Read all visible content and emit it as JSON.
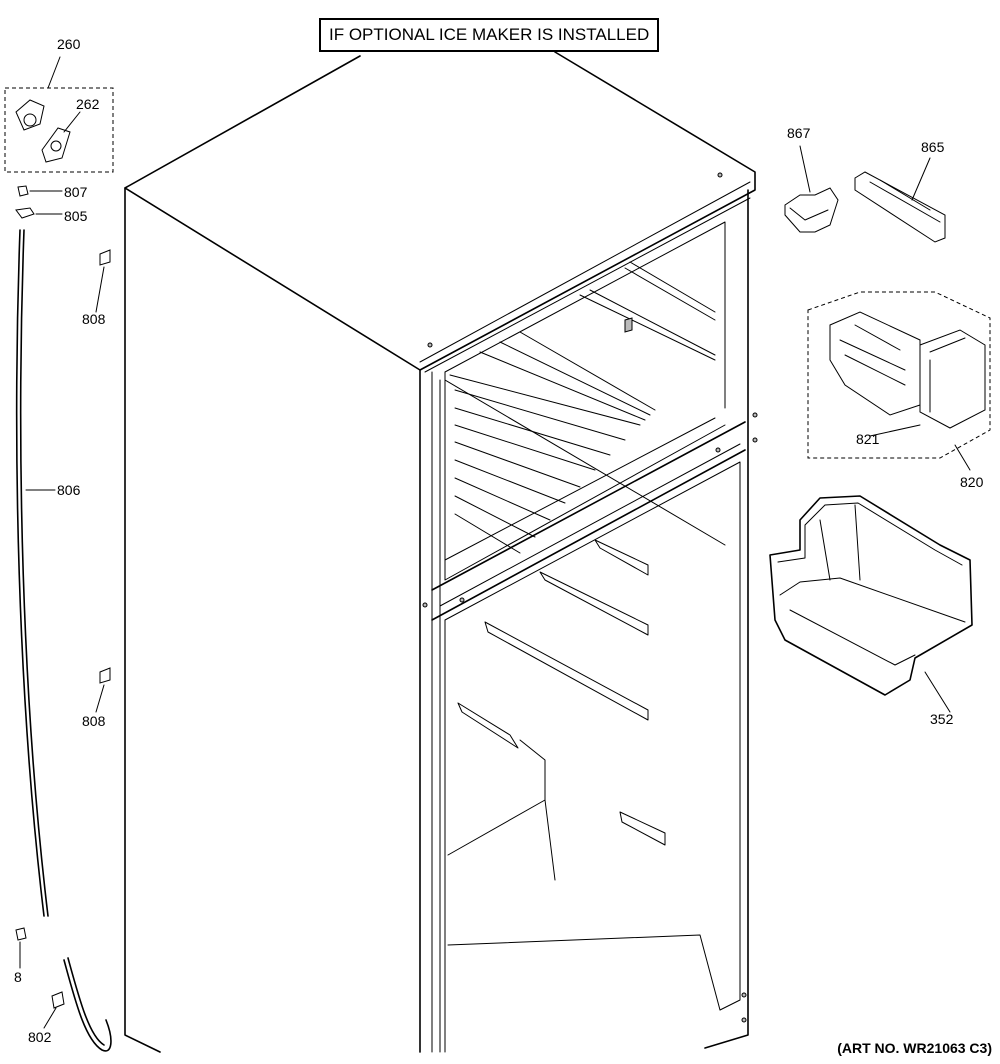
{
  "banner": "IF OPTIONAL ICE MAKER IS INSTALLED",
  "art_number": "(ART NO. WR21063 C3)",
  "callouts": {
    "p260": "260",
    "p262": "262",
    "p807": "807",
    "p805": "805",
    "p808_top": "808",
    "p806": "806",
    "p808_bottom": "808",
    "p8": "8",
    "p802": "802",
    "p867": "867",
    "p865": "865",
    "p821": "821",
    "p820": "820",
    "p352": "352"
  }
}
